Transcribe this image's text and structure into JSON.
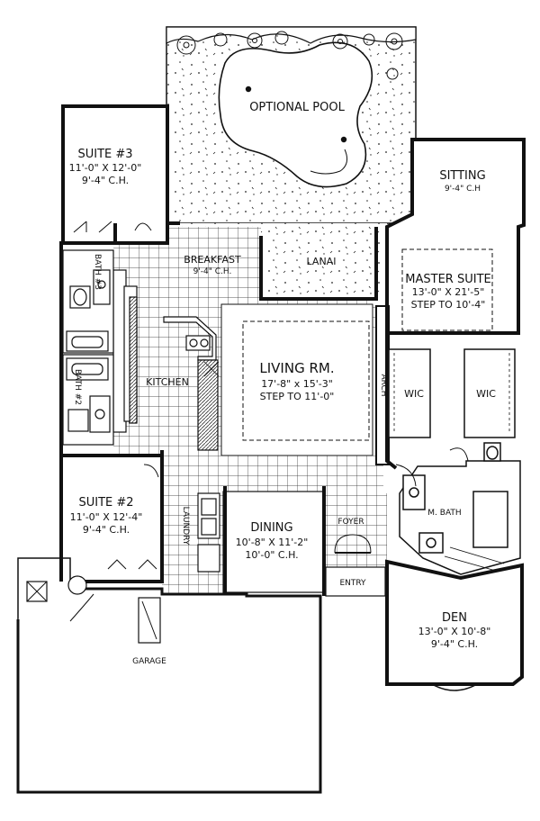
{
  "rooms": {
    "optional_pool": {
      "name": "OPTIONAL POOL"
    },
    "suite3": {
      "name": "SUITE #3",
      "size": "11'-0\" X 12'-0\"",
      "ceiling": "9'-4\" C.H."
    },
    "sitting": {
      "name": "SITTING",
      "ceiling": "9'-4\" C.H"
    },
    "breakfast": {
      "name": "BREAKFAST",
      "ceiling": "9'-4\" C.H."
    },
    "lanai": {
      "name": "LANAI"
    },
    "master_suite": {
      "name": "MASTER SUITE",
      "size": "13'-0\" X 21'-5\"",
      "step": "STEP TO 10'-4\""
    },
    "bath3": {
      "name": "BATH #3"
    },
    "kitchen": {
      "name": "KITCHEN"
    },
    "living": {
      "name": "LIVING RM.",
      "size": "17'-8\" x 15'-3\"",
      "step": "STEP TO 11'-0\""
    },
    "arch": {
      "name": "ARCH"
    },
    "wic_left": {
      "name": "WIC"
    },
    "wic_right": {
      "name": "WIC"
    },
    "bath2": {
      "name": "BATH #2"
    },
    "suite2": {
      "name": "SUITE #2",
      "size": "11'-0\" X 12'-4\"",
      "ceiling": "9'-4\" C.H."
    },
    "mbath": {
      "name": "M. BATH"
    },
    "laundry": {
      "name": "LAUNDRY"
    },
    "dining": {
      "name": "DINING",
      "size": "10'-8\" X 11'-2\"",
      "ceiling": "10'-0\" C.H."
    },
    "foyer": {
      "name": "FOYER"
    },
    "entry": {
      "name": "ENTRY"
    },
    "den": {
      "name": "DEN",
      "size": "13'-0\" X 10'-8\"",
      "ceiling": "9'-4\" C.H."
    },
    "garage": {
      "name": "GARAGE"
    }
  }
}
